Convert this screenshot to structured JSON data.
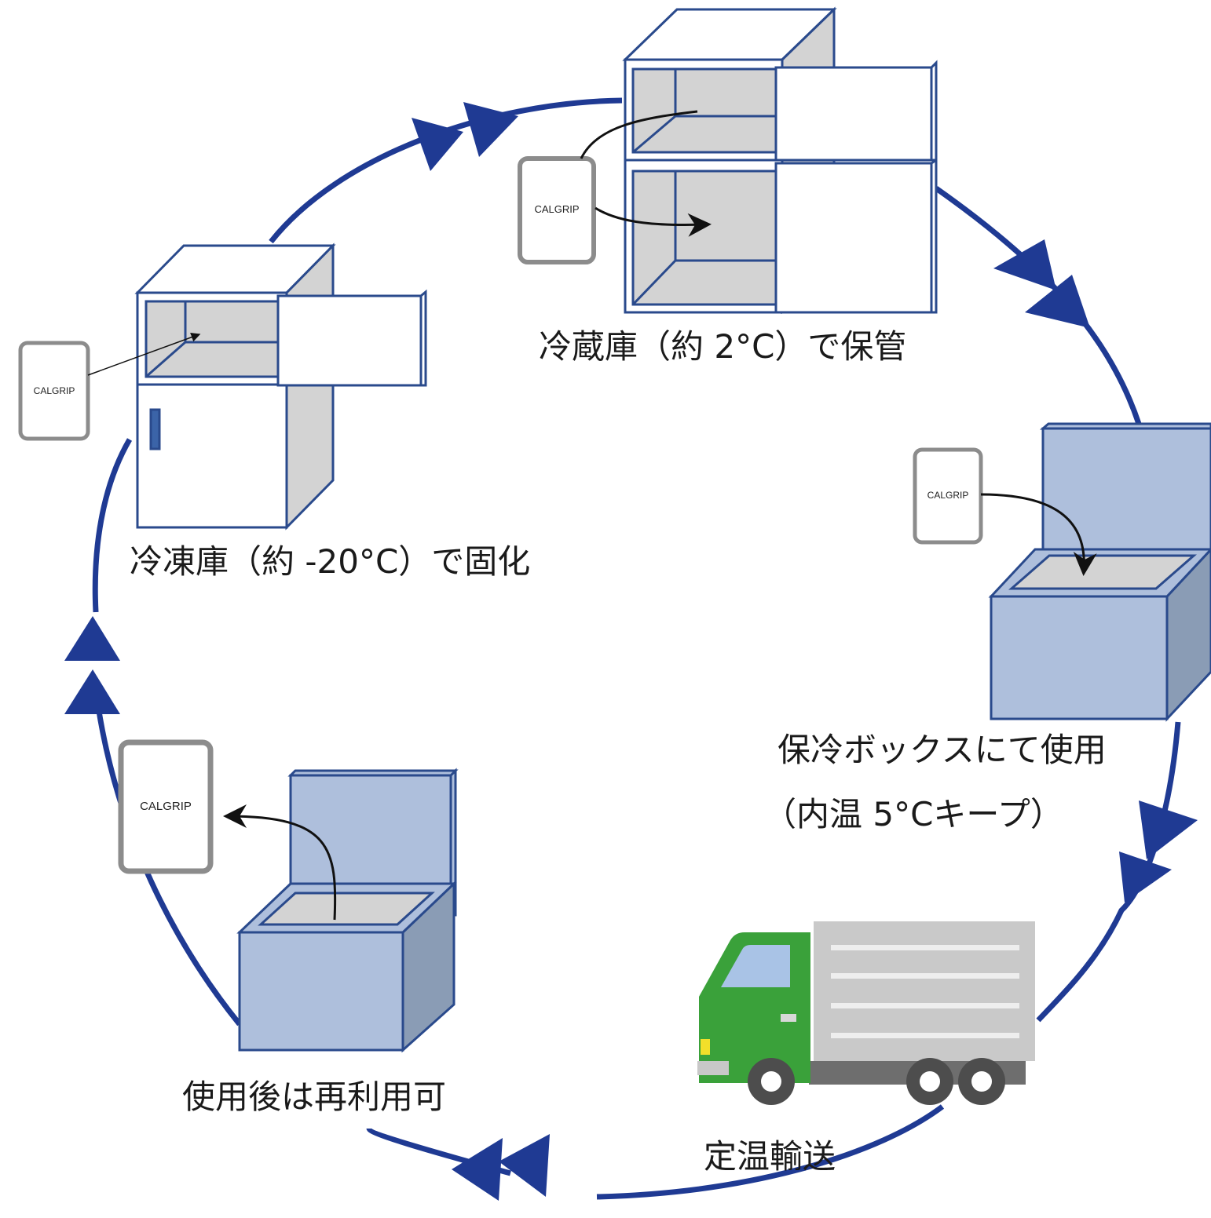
{
  "colors": {
    "cycle": "#1f3a93",
    "outline": "#2a4a8c",
    "cabinet_fill": "#d3d3d3",
    "cooler_fill": "#aebfdc",
    "cooler_side": "#8a9cb5",
    "truck_cab": "#3aa13a",
    "truck_cargo": "#c9c9c9"
  },
  "card_label": "CALGRIP",
  "stages": {
    "freezer": {
      "label": "冷凍庫（約 -20°C）で固化",
      "icon": "freezer-icon"
    },
    "fridge": {
      "label": "冷蔵庫（約 2°C）で保管",
      "icon": "refrigerator-icon"
    },
    "coolbox": {
      "label_line1": "保冷ボックスにて使用",
      "label_line2": "（内温 5°Cキープ）",
      "icon": "cooler-box-icon"
    },
    "transport": {
      "label": "定温輸送",
      "icon": "truck-icon"
    },
    "reuse": {
      "label": "使用後は再利用可",
      "icon": "cooler-box-icon"
    }
  }
}
